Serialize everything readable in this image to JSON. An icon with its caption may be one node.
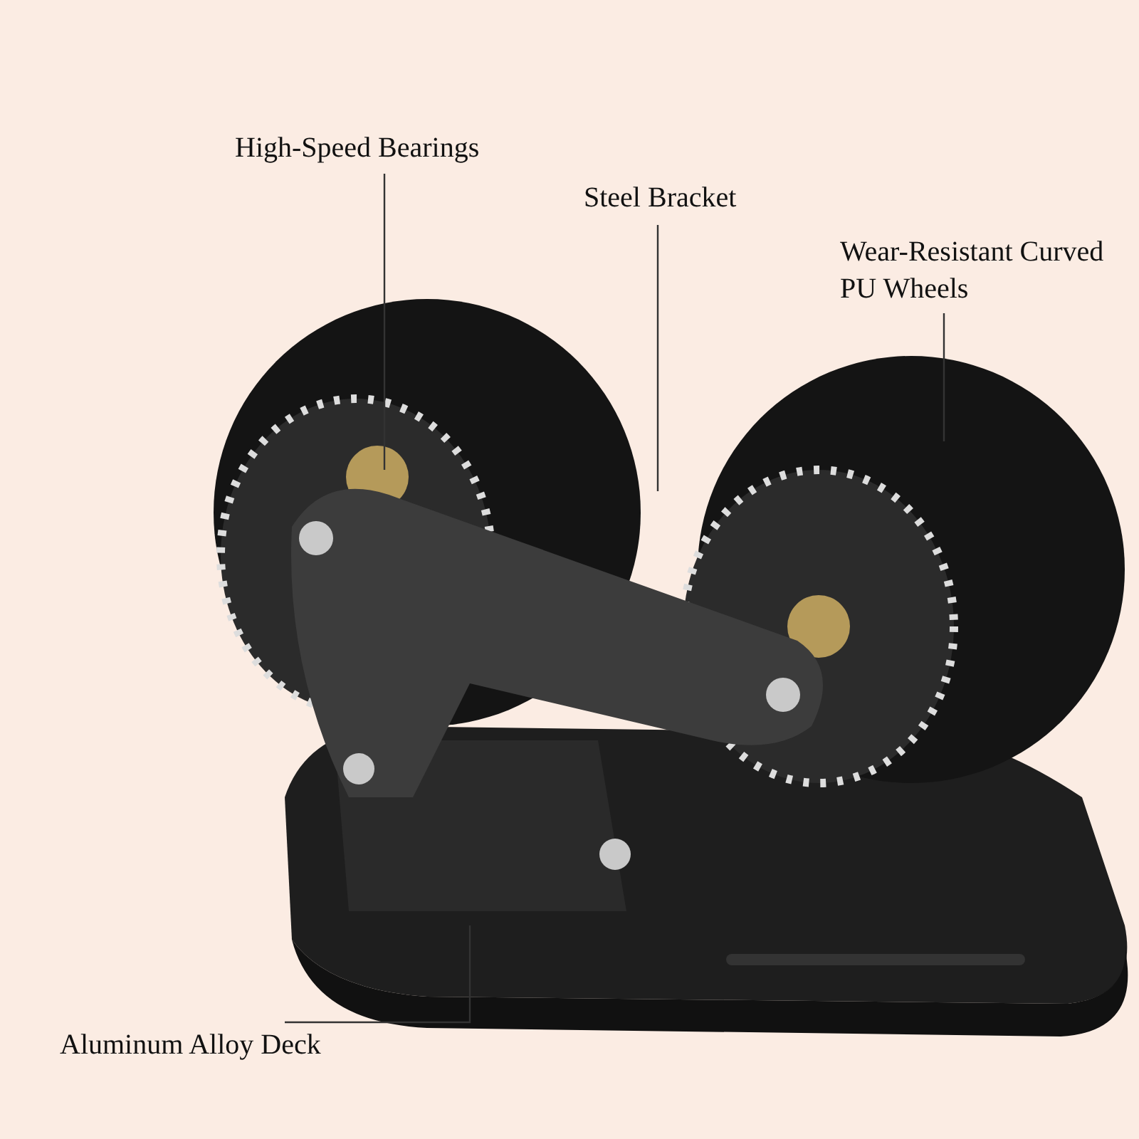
{
  "diagram": {
    "nodes": [
      {
        "text": [
          "High-Speed Bearings"
        ]
      },
      {
        "text": [
          "Steel Bracket"
        ]
      },
      {
        "text": [
          "Wear-Resistant Curved PU Wheels"
        ]
      },
      {
        "text": [
          "Aluminum Alloy Deck"
        ]
      }
    ],
    "edges": [
      {
        "from": 0,
        "to": null,
        "arrow": "none"
      },
      {
        "from": 1,
        "to": null,
        "arrow": "none"
      },
      {
        "from": 2,
        "to": null,
        "arrow": "none"
      },
      {
        "from": 3,
        "to": null,
        "arrow": "none"
      }
    ]
  }
}
